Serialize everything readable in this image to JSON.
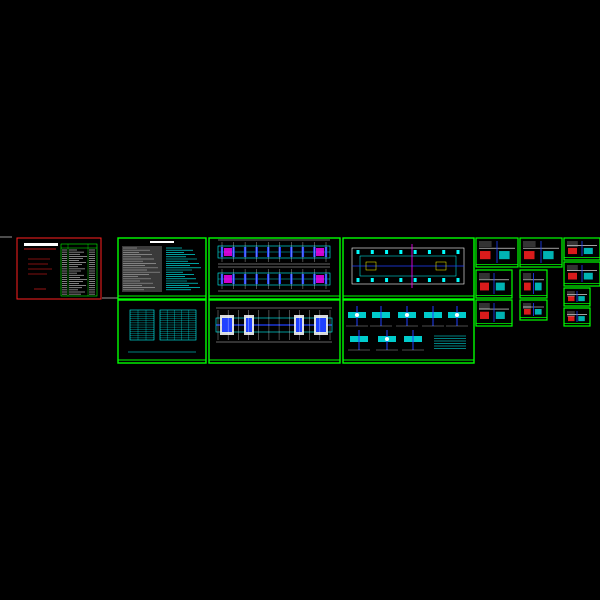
{
  "canvas": {
    "background": "#000000",
    "description_free_note": ""
  },
  "colors": {
    "frame_green": "#00ff00",
    "cyan": "#00ffff",
    "blue": "#2040ff",
    "red": "#ff2020",
    "magenta": "#ff00ff",
    "white": "#ffffff",
    "gray": "#9a9a9a",
    "yellow": "#ffff00"
  },
  "sheets": [
    {
      "id": "cover",
      "kind": "cover",
      "frame": "red"
    },
    {
      "id": "index",
      "kind": "table-list",
      "frame": "green"
    },
    {
      "id": "notes-1",
      "kind": "notes",
      "frame": "green"
    },
    {
      "id": "plan-1",
      "kind": "long-plan",
      "frame": "green"
    },
    {
      "id": "plan-2",
      "kind": "wide-plan",
      "frame": "green"
    },
    {
      "id": "tables-1",
      "kind": "tables",
      "frame": "green"
    },
    {
      "id": "plan-3",
      "kind": "long-plan-single",
      "frame": "green"
    },
    {
      "id": "details-1",
      "kind": "details",
      "frame": "green"
    },
    {
      "id": "small-1",
      "kind": "small-detail",
      "frame": "green"
    },
    {
      "id": "small-2",
      "kind": "small-detail",
      "frame": "green"
    },
    {
      "id": "small-3",
      "kind": "small-detail",
      "frame": "green"
    },
    {
      "id": "small-4",
      "kind": "small-detail",
      "frame": "green"
    },
    {
      "id": "small-5",
      "kind": "small-detail",
      "frame": "green"
    },
    {
      "id": "small-6",
      "kind": "small-detail",
      "frame": "green"
    },
    {
      "id": "small-7",
      "kind": "small-detail",
      "frame": "green"
    },
    {
      "id": "small-8",
      "kind": "small-detail",
      "frame": "green"
    },
    {
      "id": "small-9",
      "kind": "small-detail",
      "frame": "green"
    }
  ]
}
